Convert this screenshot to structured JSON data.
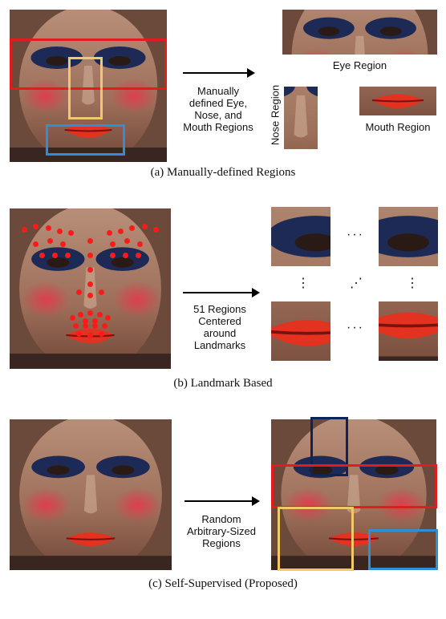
{
  "panel_a": {
    "arrow_text": [
      "Manually",
      "defined Eye,",
      "Nose, and",
      "Mouth Regions"
    ],
    "eye_label": "Eye Region",
    "nose_label": "Nose Region",
    "mouth_label": "Mouth Region",
    "caption": "(a) Manually-defined Regions",
    "box_colors": {
      "eye": "#e31b1b",
      "nose": "#f2c86a",
      "mouth": "#2d8fd6"
    }
  },
  "panel_b": {
    "arrow_text": [
      "51 Regions",
      "Centered",
      "around",
      "Landmarks"
    ],
    "ellipsis_h": "···",
    "ellipsis_v": "⋮",
    "ellipsis_d": "⋰",
    "caption": "(b) Landmark Based",
    "dot_color": "#ff1a1a"
  },
  "panel_c": {
    "arrow_text": [
      "Random",
      "Arbitrary-Sized",
      "Regions"
    ],
    "caption": "(c) Self-Supervised (Proposed)",
    "box_colors": {
      "navy": "#0c2457",
      "red": "#e31b1b",
      "yellow": "#f2c86a",
      "blue": "#2d8fd6"
    }
  }
}
